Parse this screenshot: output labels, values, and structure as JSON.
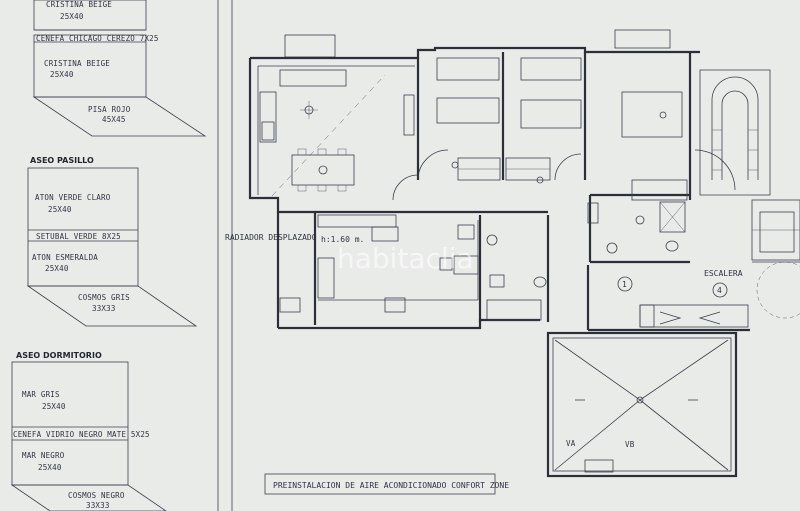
{
  "tiles": {
    "top_group": {
      "items": [
        "CRISTINA BEIGE",
        "25X40",
        "CENEFA CHICAGO CEREZO 7X25",
        "CRISTINA BEIGE",
        "25X40",
        "PISA ROJO",
        "45X45"
      ]
    },
    "aseo_pasillo": {
      "title": "ASEO PASILLO",
      "items": [
        "ATON VERDE CLARO",
        "25X40",
        "SETUBAL VERDE 8X25",
        "ATON ESMERALDA",
        "25X40",
        "COSMOS GRIS",
        "33X33"
      ]
    },
    "aseo_dormitorio": {
      "title": "ASEO DORMITORIO",
      "items": [
        "MAR GRIS",
        "25X40",
        "CENEFA VIDRIO NEGRO MATE 5X25",
        "MAR NEGRO",
        "25X40",
        "COSMOS NEGRO",
        "33X33"
      ]
    }
  },
  "plan": {
    "radiador": "RADIADOR DESPLAZADO",
    "height": "h:1.60 m.",
    "escalera": "ESCALERA",
    "marker_1": "1",
    "marker_4": "4",
    "va": "VA",
    "vb": "VB",
    "caption": "PREINSTALACION DE AIRE ACONDICIONADO CONFORT ZONE"
  },
  "watermark": "habitaclia"
}
